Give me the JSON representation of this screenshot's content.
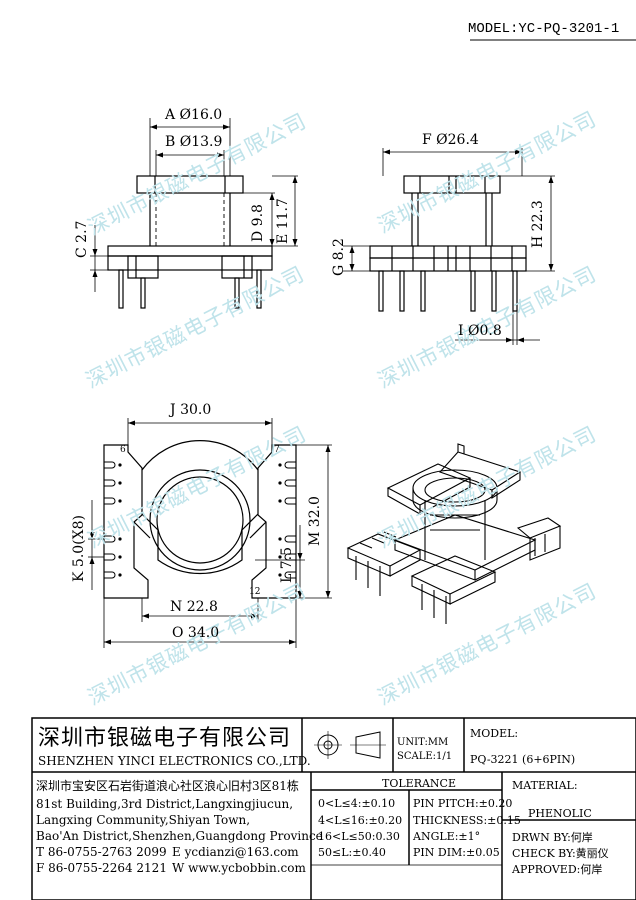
{
  "header": {
    "model": "MODEL:YC-PQ-3201-1"
  },
  "watermark": {
    "text": "深圳市银磁电子有限公司"
  },
  "dimensions": {
    "A": "A Ø16.0",
    "B": "B Ø13.9",
    "C": "C 2.7",
    "D": "D 9.8",
    "E": "E 11.7",
    "F": "F Ø26.4",
    "G": "G 8.2",
    "H": "H 22.3",
    "I": "I Ø0.8",
    "J": "J 30.0",
    "K": "K 5.0(X8)",
    "L": "L 7.5",
    "M": "M 32.0",
    "N": "N 22.8",
    "O": "O 34.0",
    "pin_6": "6",
    "pin_7": "7",
    "pin_12": "12"
  },
  "title_block": {
    "company_cn": "深圳市银磁电子有限公司",
    "company_en": "SHENZHEN YINCI ELECTRONICS CO.,LTD.",
    "address_cn": "深圳市宝安区石岩街道浪心社区浪心旧村3区81栋",
    "address_en": [
      "81st Building,3rd District,Langxingjiucun,",
      "Langxing Community,Shiyan Town,",
      "Bao'An District,Shenzhen,Guangdong Province"
    ],
    "tel": "T 86-0755-2763 2099",
    "fax": "F 86-0755-2264 2121",
    "email": "E ycdianzi@163.com",
    "web": "W www.ycbobbin.com",
    "unit": "UNIT:MM",
    "scale": "SCALE:1/1",
    "model_label": "MODEL:",
    "model_value": "PQ-3221 (6+6PIN)",
    "tolerance_label": "TOLERANCE",
    "tolerances": [
      "0<L≤4:±0.10",
      "4<L≤16:±0.20",
      "16<L≤50:0.30",
      "50≤L:±0.40"
    ],
    "pin_tolerances": [
      "PIN PITCH:±0.20",
      "THICKNESS:±0.15",
      "ANGLE:±1°",
      "PIN DIM:±0.05"
    ],
    "material_label": "MATERIAL:",
    "material_value": "PHENOLIC",
    "drawn_by": "DRWN BY:何岸",
    "check_by": "CHECK BY:黄丽仪",
    "approved": "APPROVED:何岸"
  }
}
